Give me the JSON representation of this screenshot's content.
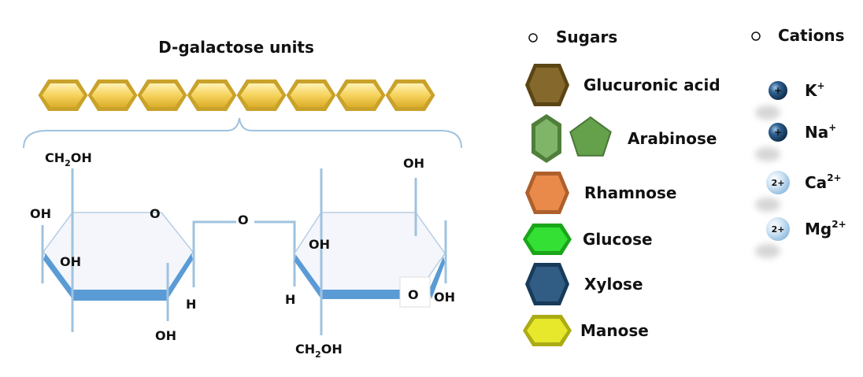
{
  "title": "D-galactose units",
  "structure": {
    "left_ring": {
      "ch2oh": "CH",
      "ch2oh_sub": "2",
      "ch2oh_tail": "OH",
      "oh_left": "OH",
      "ring_o": "O",
      "oh_inner": "OH",
      "oh_bottom": "OH",
      "h": "H"
    },
    "bridge_o": "O",
    "right_ring": {
      "h": "H",
      "oh_inner": "OH",
      "oh_top": "OH",
      "ring_o": "O",
      "oh_right": "OH",
      "ch2oh": "CH",
      "ch2oh_sub": "2",
      "ch2oh_tail": "OH"
    }
  },
  "sugars_legend": {
    "heading": "Sugars",
    "items": [
      {
        "label": "Glucuronic acid",
        "color": "#7a5c1a",
        "shape": "hexagon"
      },
      {
        "label": "Arabinose",
        "color": "#6aa84f",
        "shape": "hexagon-pentagon"
      },
      {
        "label": "Rhamnose",
        "color": "#e8803a",
        "shape": "hexagon"
      },
      {
        "label": "Glucose",
        "color": "#22dd22",
        "shape": "hexagon"
      },
      {
        "label": "Xylose",
        "color": "#1f4e79",
        "shape": "hexagon"
      },
      {
        "label": "Manose",
        "color": "#e5e51a",
        "shape": "hexagon"
      }
    ]
  },
  "cations_legend": {
    "heading": "Cations",
    "items": [
      {
        "symbol": "K",
        "charge": "+",
        "badge": "+",
        "color": "#2e5f8f"
      },
      {
        "symbol": "Na",
        "charge": "+",
        "badge": "+",
        "color": "#2e5f8f"
      },
      {
        "symbol": "Ca",
        "charge": "2+",
        "badge": "2+",
        "color": "#bcd9ee"
      },
      {
        "symbol": "Mg",
        "charge": "2+",
        "badge": "2+",
        "color": "#bcd9ee"
      }
    ]
  },
  "colors": {
    "galactose_fill": "#f5d56a",
    "ring_fill": "#f4f6fb",
    "ring_bottom": "#5b9bd5",
    "bond_line": "#9fc3e0",
    "brace": "#9fc3e0"
  }
}
